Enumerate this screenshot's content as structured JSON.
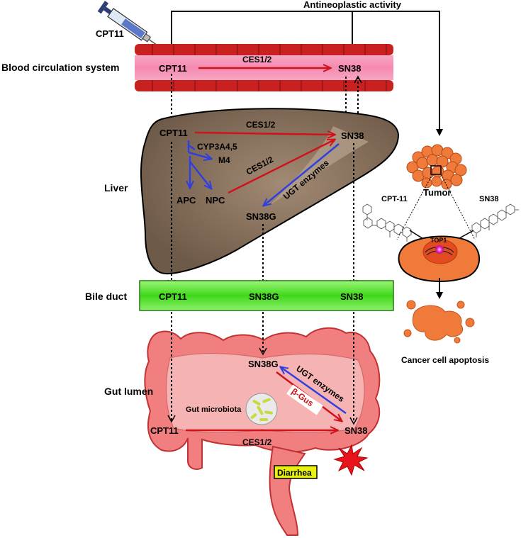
{
  "title": "Antineoplastic activity",
  "sections": {
    "blood": "Blood circulation system",
    "liver": "Liver",
    "bile": "Bile duct",
    "gut": "Gut lumen"
  },
  "drug": {
    "injected": "CPT11",
    "blood_prodrug": "CPT11",
    "blood_active": "SN38",
    "blood_enzyme": "CES1/2"
  },
  "liver": {
    "prodrug": "CPT11",
    "active": "SN38",
    "enzyme_top": "CES1/2",
    "enzyme_diag": "CES1/2",
    "cyp": "CYP3A4,5",
    "m4": "M4",
    "apc": "APC",
    "npc": "NPC",
    "ugt": "UGT enzymes",
    "glucuronide": "SN38G"
  },
  "bile": {
    "a": "CPT11",
    "b": "SN38G",
    "c": "SN38"
  },
  "gut": {
    "glucuronide": "SN38G",
    "ugt": "UGT enzymes",
    "bgus": "β-Gus",
    "microbiota": "Gut microbiota",
    "prodrug": "CPT11",
    "active": "SN38",
    "enzyme": "CES1/2",
    "diarrhea": "Diarrhea"
  },
  "tumor": {
    "label": "Tumor",
    "cpt": "CPT-11",
    "sn38": "SN38",
    "top1": "TOP1",
    "apoptosis": "Cancer cell apoptosis"
  },
  "colors": {
    "blood": "#f48fb0",
    "vessel_wall": "#c8211f",
    "liver": "#7a6552",
    "bile": "#66e62e",
    "gut": "#f27f7f",
    "gut_inner": "#f6b3b3",
    "tumor": "#f07a3a",
    "red_arrow": "#d0121b",
    "blue_arrow": "#2f3fe0",
    "diarrhea_box": "#e7f20f"
  }
}
